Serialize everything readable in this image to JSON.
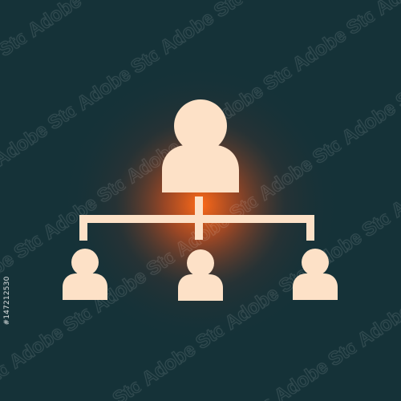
{
  "image": {
    "background_color": "#153238",
    "glow_color": "#ff6a18",
    "icon_color": "#fde1c7",
    "watermark_text": "Adobe Stock",
    "stock_id": "#147212530"
  },
  "diagram": {
    "type": "org-chart-icon",
    "nodes": [
      {
        "id": "top",
        "role": "manager",
        "icon": "person-icon"
      },
      {
        "id": "left",
        "role": "subordinate",
        "icon": "person-icon"
      },
      {
        "id": "center",
        "role": "subordinate",
        "icon": "person-icon"
      },
      {
        "id": "right",
        "role": "subordinate",
        "icon": "person-icon"
      }
    ],
    "connectors": [
      {
        "from": "top",
        "to": "left"
      },
      {
        "from": "top",
        "to": "center"
      },
      {
        "from": "top",
        "to": "right"
      }
    ]
  }
}
